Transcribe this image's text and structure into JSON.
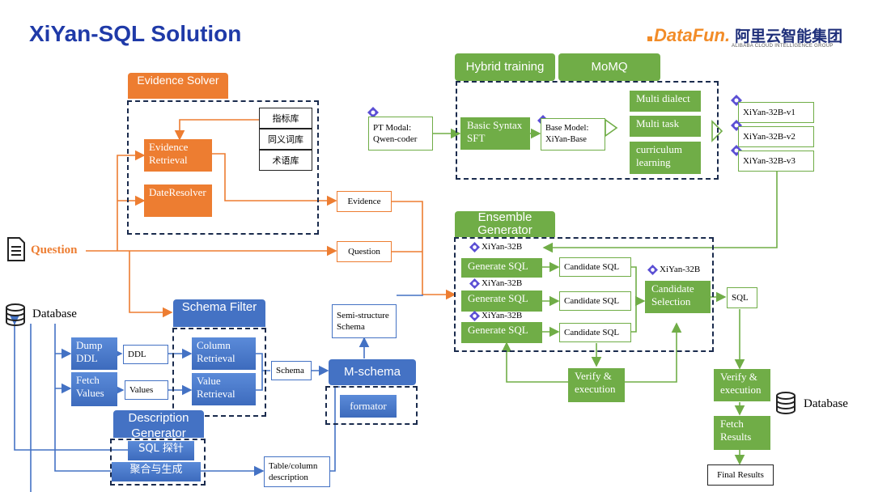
{
  "title": "XiYan-SQL Solution",
  "logo": {
    "datafun": "DataFun.",
    "alibaba": "阿里云智能集团",
    "alibaba_en": "ALIBABA CLOUD INTELLIGENCE GROUP"
  },
  "evidence_solver": {
    "header": "Evidence Solver",
    "evidence_retrieval": "Evidence Retrieval",
    "date_resolver": "DateResolver",
    "libs": [
      "指标库",
      "同义词库",
      "术语库"
    ]
  },
  "question": {
    "label": "Question",
    "box": "Question"
  },
  "evidence_box": "Evidence",
  "database_left": "Database",
  "database_right": "Database",
  "schema_filter": {
    "header": "Schema Filter",
    "column_retrieval": "Column Retrieval",
    "value_retrieval": "Value Retrieval"
  },
  "dump_ddl": "Dump DDL",
  "fetch_values": "Fetch Values",
  "ddl_box": "DDL",
  "values_box": "Values",
  "schema_box": "Schema",
  "m_schema": {
    "header": "M-schema",
    "formator": "formator"
  },
  "semi_structure": "Semi-structure Schema",
  "description_generator": {
    "header": "Description Generator",
    "sql_probe": "SQL 探针",
    "aggregate": "聚合与生成"
  },
  "table_column_desc": "Table/column description",
  "training": {
    "hybrid_header": "Hybrid training",
    "momq_header": "MoMQ",
    "pt_modal": "PT Modal: Qwen-coder",
    "basic_syntax": "Basic Syntax SFT",
    "base_model": "Base Model: XiYan-Base",
    "tasks": [
      "Multi dialect",
      "Multi task",
      "curriculum learning"
    ],
    "outputs": [
      "XiYan-32B-v1",
      "XiYan-32B-v2",
      "XiYan-32B-v3"
    ]
  },
  "ensemble": {
    "header": "Ensemble Generator",
    "model_labels": [
      "XiYan-32B",
      "XiYan-32B",
      "XiYan-32B"
    ],
    "generate": [
      "Generate SQL",
      "Generate SQL",
      "Generate SQL"
    ],
    "candidates": [
      "Candidate SQL",
      "Candidate SQL",
      "Candidate SQL"
    ],
    "selection_model": "XiYan-32B",
    "selection": "Candidate Selection"
  },
  "verify_execution": "Verify & execution",
  "sql_box": "SQL",
  "verify_execution_right": "Verify & execution",
  "fetch_results": "Fetch Results",
  "final_results": "Final Results",
  "colors": {
    "orange": "#ed7d31",
    "blue": "#4472c4",
    "green": "#70ad47",
    "title": "#1f3aa8"
  }
}
